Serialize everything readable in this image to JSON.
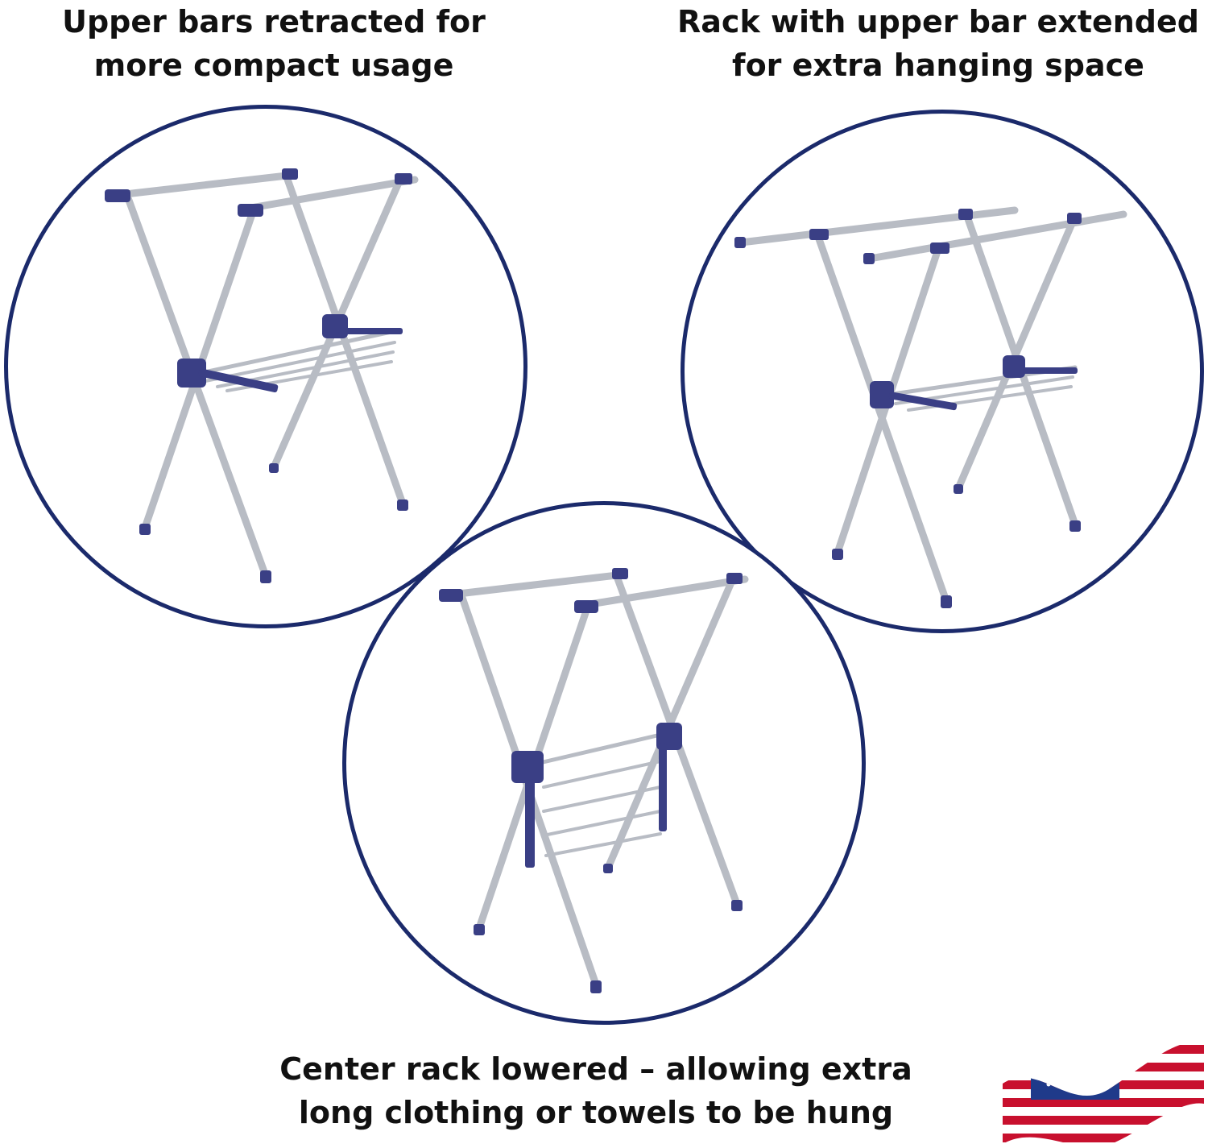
{
  "captions": {
    "top_left": [
      "Upper bars retracted for",
      "more compact usage"
    ],
    "top_right": [
      "Rack with upper bar extended",
      "for extra hanging space"
    ],
    "bottom": [
      "Center rack lowered – allowing extra",
      "long clothing or towels to be hung"
    ]
  },
  "colors": {
    "circle_border": "#1b2a6b",
    "frame_metal": "#b8bcc4",
    "frame_joint": "#3a3f85",
    "flag_red": "#c8102e",
    "flag_blue": "#1f3a8a"
  },
  "icons": {
    "rack_retracted": "drying-rack-retracted-icon",
    "rack_extended": "drying-rack-extended-icon",
    "rack_lowered": "drying-rack-lowered-icon",
    "flag": "us-flag-icon"
  }
}
